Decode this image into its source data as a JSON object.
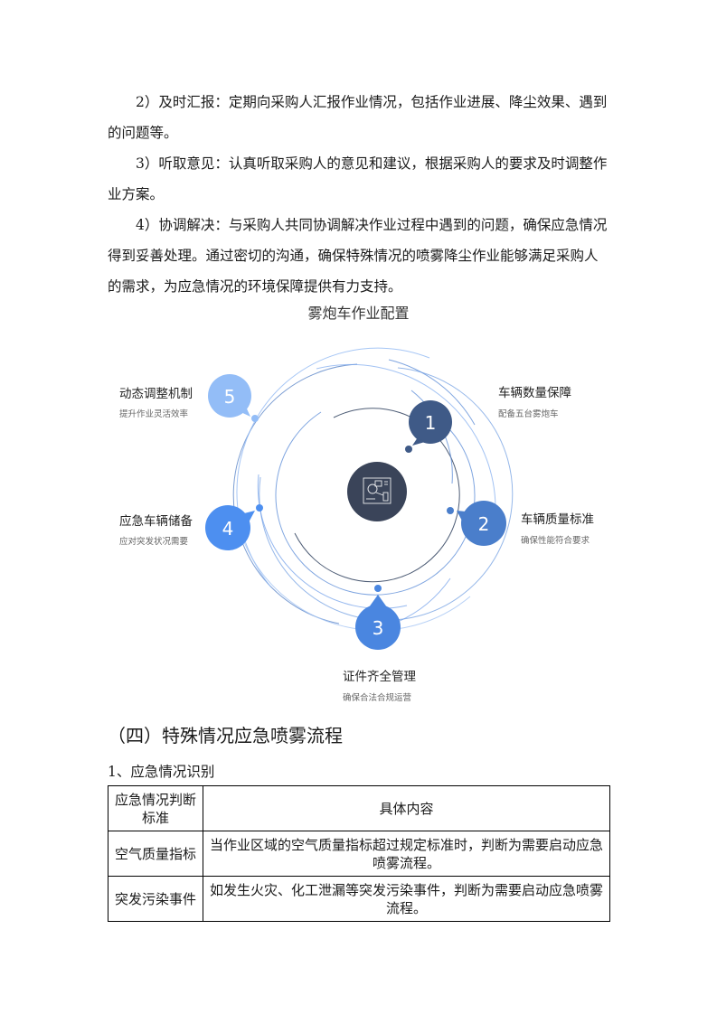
{
  "paragraphs": [
    "2）及时汇报：定期向采购人汇报作业情况，包括作业进展、降尘效果、遇到的问题等。",
    "3）听取意见：认真听取采购人的意见和建议，根据采购人的要求及时调整作业方案。",
    "4）协调解决：与采购人共同协调解决作业过程中遇到的问题，确保应急情况得到妥善处理。通过密切的沟通，确保特殊情况的喷雾降尘作业能够满足采购人的需求，为应急情况的环境保障提供有力支持。"
  ],
  "diagram": {
    "title": "雾炮车作业配置",
    "center_icon": "monitor-chart-icon",
    "items": [
      {
        "num": "1",
        "title": "车辆数量保障",
        "subtitle": "配备五台雾炮车",
        "color": "#3f5a87"
      },
      {
        "num": "2",
        "title": "车辆质量标准",
        "subtitle": "确保性能符合要求",
        "color": "#4a7ecb"
      },
      {
        "num": "3",
        "title": "证件齐全管理",
        "subtitle": "确保合法合规运营",
        "color": "#4a86e0"
      },
      {
        "num": "4",
        "title": "应急车辆储备",
        "subtitle": "应对突发状况需要",
        "color": "#4d8ff0"
      },
      {
        "num": "5",
        "title": "动态调整机制",
        "subtitle": "提升作业灵活效率",
        "color": "#93bdf7"
      }
    ],
    "center_color": "#3a4459"
  },
  "section": {
    "heading": "（四）特殊情况应急喷雾流程",
    "subheading": "1、应急情况识别"
  },
  "table": {
    "headers": [
      "应急情况判断标准",
      "具体内容"
    ],
    "rows": [
      [
        "空气质量指标",
        "当作业区域的空气质量指标超过规定标准时，判断为需要启动应急喷雾流程。"
      ],
      [
        "突发污染事件",
        "如发生火灾、化工泄漏等突发污染事件，判断为需要启动应急喷雾流程。"
      ]
    ]
  }
}
